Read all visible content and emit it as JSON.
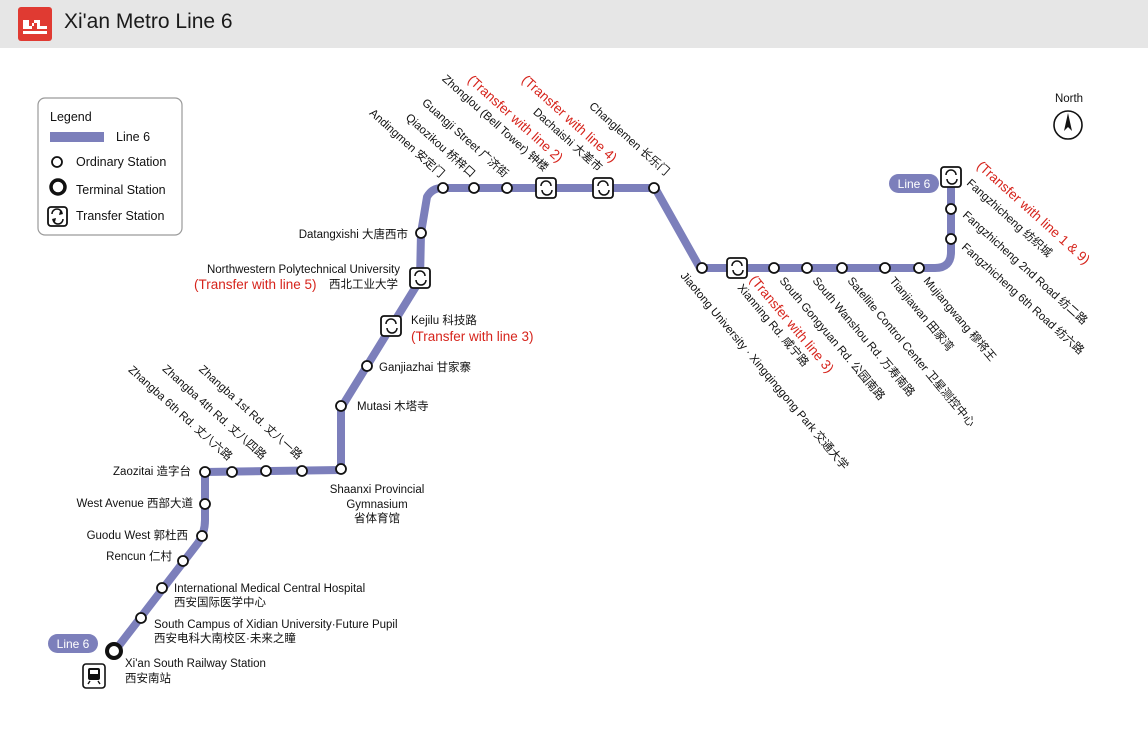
{
  "header": {
    "title": "Xi'an Metro Line 6",
    "logo_icon": "metro-logo-icon"
  },
  "colors": {
    "line": "#7c7fbb",
    "transfer_text": "#d6241c",
    "header_bg": "#e6e6e6",
    "brand": "#e03a32"
  },
  "legend": {
    "title": "Legend",
    "line_label": "Line 6",
    "ordinary_label": "Ordinary Station",
    "terminal_label": "Terminal Station",
    "transfer_label": "Transfer Station"
  },
  "compass": {
    "label": "North"
  },
  "line_badges": {
    "start": "Line 6",
    "end": "Line 6"
  },
  "stations": {
    "xian_south": {
      "name_en": "Xi'an South Railway Station",
      "name_zh": "西安南站"
    },
    "xidian_south": {
      "name_en": "South Campus of Xidian University·Future Pupil",
      "name_zh": "西安电科大南校区·未来之瞳"
    },
    "medical": {
      "name_en": "International Medical Central Hospital",
      "name_zh": "西安国际医学中心"
    },
    "rencun": {
      "name": "Rencun 仁村"
    },
    "guodu_west": {
      "name": "Guodu West  郭杜西"
    },
    "west_avenue": {
      "name": "West Avenue 西部大道"
    },
    "zaozitai": {
      "name": "Zaozitai 造字台"
    },
    "zhangba6": {
      "name": "Zhangba 6th Rd. 丈八六路"
    },
    "zhangba4": {
      "name": "Zhangba 4th Rd. 丈八四路"
    },
    "zhangba1": {
      "name": "Zhangba 1st Rd. 丈八一路"
    },
    "gymnasium": {
      "name_en1": "Shaanxi Provincial",
      "name_en2": "Gymnasium",
      "name_zh": "省体育馆"
    },
    "mutasi": {
      "name": "Mutasi 木塔寺"
    },
    "ganjiazhai": {
      "name": "Ganjiazhai 甘家寨"
    },
    "kejilu": {
      "name": "Kejilu 科技路",
      "transfer": "(Transfer with line 3)"
    },
    "npu": {
      "name_en": "Northwestern Polytechnical University",
      "transfer": "(Transfer with line 5)",
      "name_zh": "西北工业大学"
    },
    "datangxishi": {
      "name": "Datangxishi 大唐西市"
    },
    "andingmen": {
      "name": "Andingmen 安定门"
    },
    "qiaozikou": {
      "name": "Qiaozikou 桥梓口"
    },
    "guangji": {
      "name": "Guangji Street 广济街"
    },
    "zhonglou": {
      "name": "Zhonglou (Bell Tower) 钟楼",
      "transfer": "(Transfer with line 2)"
    },
    "dachaishi": {
      "name": "Dachaishi 大差市",
      "transfer": "(Transfer with line 4)"
    },
    "changlemen": {
      "name": "Changlemen 长乐门"
    },
    "jiaotong": {
      "name": "Jiaotong University · Xingqinggong Park 交通大学"
    },
    "xianning": {
      "name": "Xianning Rd. 咸宁路",
      "transfer": "(Transfer with line 3)"
    },
    "gongyuan": {
      "name": "South Gongyuan Rd. 公园南路"
    },
    "wanshou": {
      "name": "South Wanshou Rd. 万寿南路"
    },
    "satellite": {
      "name": "Satellite Control Center 卫星测控中心"
    },
    "tianjiawan": {
      "name": "Tianjiawan 田家湾"
    },
    "mujiangwang": {
      "name": "Mujiangwang 穆将王"
    },
    "fangzhicheng6": {
      "name": "Fangzhicheng 6th Road 纺六路"
    },
    "fangzhicheng2": {
      "name": "Fangzhicheng 2nd Road 纺二路"
    },
    "fangzhicheng": {
      "name": "Fangzhicheng 纺织城",
      "transfer": "(Transfer with line 1 & 9)"
    }
  }
}
